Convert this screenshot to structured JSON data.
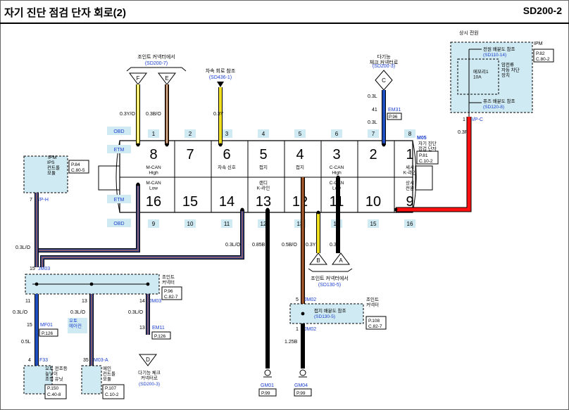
{
  "header": {
    "title": "자기 진단 점검 단자 회로(2)",
    "code": "SD200-2"
  },
  "colors": {
    "yellow": "#f0e020",
    "brown": "#7a3a0a",
    "blue": "#1f4fbf",
    "black": "#000000",
    "red": "#ff1010",
    "navy": "#2a3f8f",
    "box": "#cfeaf2",
    "link": "#1a3fd0"
  },
  "connector": {
    "row_label_obd": "OBD",
    "row_label_etm": "ETM",
    "top_pins": [
      "8",
      "7",
      "6",
      "5",
      "4",
      "3",
      "2",
      "1"
    ],
    "bottom_pins": [
      "16",
      "15",
      "14",
      "13",
      "12",
      "11",
      "10",
      "9"
    ],
    "obd_top": [
      "1",
      "2",
      "3",
      "4",
      "5",
      "6",
      "7",
      "8"
    ],
    "obd_bottom": [
      "9",
      "10",
      "11",
      "12",
      "13",
      "14",
      "15",
      "16"
    ],
    "top_desc": [
      "M-CAN\nHigh",
      "",
      "차속 신호",
      "접지",
      "접지",
      "C-CAN\nHigh",
      "",
      "세시\nK-라인"
    ],
    "bottom_desc": [
      "M-CAN\nLow",
      "",
      "",
      "랜디\nK-라인",
      "",
      "C-CAN\nLow",
      "",
      "상시\n전원"
    ],
    "id": "M05",
    "name": "자기 진단\n점검 단자",
    "page": "P.81",
    "coord": "C.10-2"
  },
  "top_left": {
    "title": "조인트 커넥터에서",
    "ref": "(SD200-7)",
    "tri_f": "F",
    "tri_e": "E",
    "w1": "0.3Y/O",
    "w2": "0.3B/O"
  },
  "speed": {
    "title": "차속 회로 참조",
    "ref": "(SD436-1)",
    "w": "0.3Y"
  },
  "multi": {
    "title": "다기능\n체크 커넥터로",
    "ref": "(SD200-3)",
    "tri": "C",
    "w": "0.3L",
    "pin": "41",
    "conn": "EM31",
    "page": "P.96",
    "w2": "0.3L"
  },
  "ipm_right": {
    "label": "상시 전원",
    "name": "IPM",
    "page": "P.82",
    "coord": "C.80-2",
    "ref1t": "전원 배분도 참조",
    "ref1": "(SD110-14)",
    "mem": "메모리1\n10A",
    "dev": "암전류\n자동 차단\n장치",
    "ref2t": "퓨즈 배분도 참조",
    "ref2": "(SD120-8)",
    "pin": "1",
    "conn": "I/P-C",
    "w": "0.3R"
  },
  "ipm_left": {
    "name": "IPM",
    "page": "P.84",
    "coord": "C.80-5",
    "desc": "IPS\n컨트롤\n모듈",
    "pin": "7",
    "conn": "I/P-H",
    "w": "0.3L/O"
  },
  "joint_left": {
    "pin": "15",
    "conn": "JM03",
    "name": "조인트\n커넥터",
    "page": "P.96",
    "coord": "C.82-7",
    "p11": "11",
    "p13": "13",
    "p14": "14",
    "p14conn": "JM03",
    "w11": "0.3L/O",
    "w13": "0.3L/O",
    "w14": "0.3L/O",
    "w_mid": "0.3L/O"
  },
  "mf01": {
    "pin": "15",
    "conn": "MF01",
    "page": "P.126",
    "w": "0.5L",
    "pin2": "4",
    "conn2": "F33",
    "dev": "오토 전조등\n높낮이\n조절 유닛",
    "page2": "P.150",
    "coord": "C.40-8"
  },
  "m03a": {
    "label": "오토\n에어컨",
    "pin": "35",
    "conn": "M03-A",
    "dev": "메인\n컨트롤\n모듈",
    "page": "P.107",
    "coord": "C.10-2"
  },
  "em11": {
    "pin": "13",
    "conn": "EM11",
    "page": "P.126",
    "tri": "D",
    "title": "다기능 체크\n커넥터로",
    "ref": "(SD200-3)"
  },
  "ground1": {
    "w": "0.85B",
    "conn": "GM01",
    "page": "P.99"
  },
  "joint_right": {
    "w1": "0.5B/O",
    "w2": "0.3Y",
    "w3": "0.3B",
    "tri_b": "B",
    "tri_a": "A",
    "title": "조인트 커넥터에서",
    "ref": "(SD130-5)",
    "pin": "5",
    "conn": "JM02",
    "name": "조인트\n커넥터",
    "reft": "접지 배분도 참조",
    "page": "P.108",
    "coord": "C.82-7",
    "pin2": "1",
    "conn2": "JM02",
    "w4": "1.25B",
    "gconn": "GM04",
    "gpage": "P.99"
  }
}
